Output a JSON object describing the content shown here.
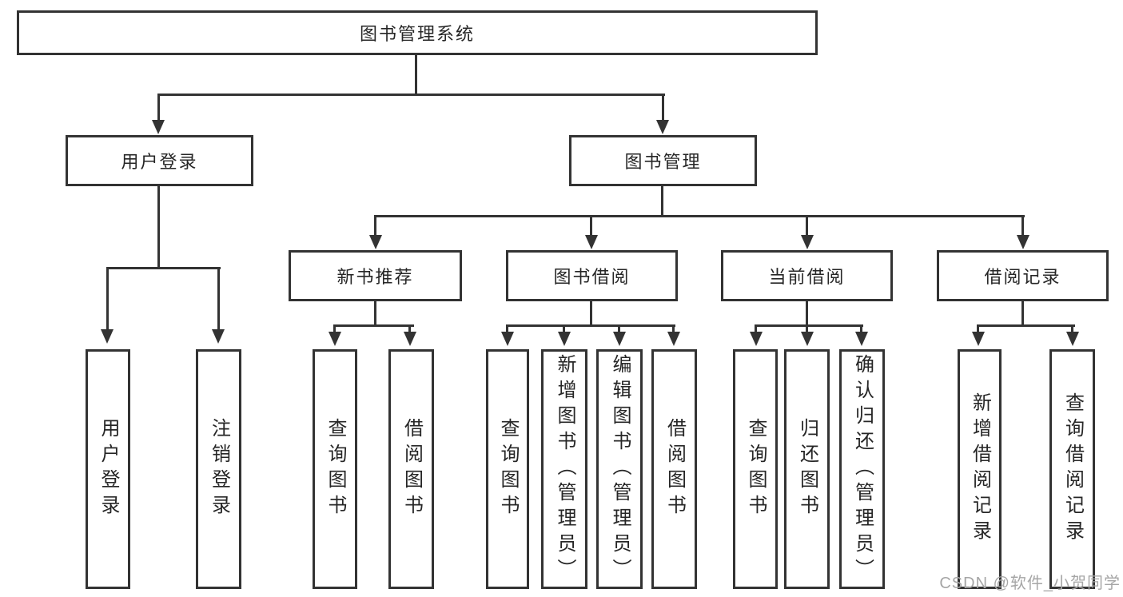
{
  "diagram": {
    "root": {
      "label": "图书管理系统"
    },
    "user": {
      "label": "用户登录",
      "children": [
        "用户登录",
        "注销登录"
      ]
    },
    "book": {
      "label": "图书管理",
      "sections": [
        {
          "label": "新书推荐",
          "children": [
            "查询图书",
            "借阅图书"
          ]
        },
        {
          "label": "图书借阅",
          "children": [
            "查询图书",
            "新增图书（管理员）",
            "编辑图书（管理员）",
            "借阅图书"
          ]
        },
        {
          "label": "当前借阅",
          "children": [
            "查询图书",
            "归还图书",
            "确认归还（管理员）"
          ]
        },
        {
          "label": "借阅记录",
          "children": [
            "新增借阅记录",
            "查询借阅记录"
          ]
        }
      ]
    }
  },
  "colors": {
    "line": "#333333",
    "text": "#262626",
    "watermark": "#a6a6a6"
  },
  "watermark": {
    "text": "CSDN @软件_小贺同学"
  }
}
